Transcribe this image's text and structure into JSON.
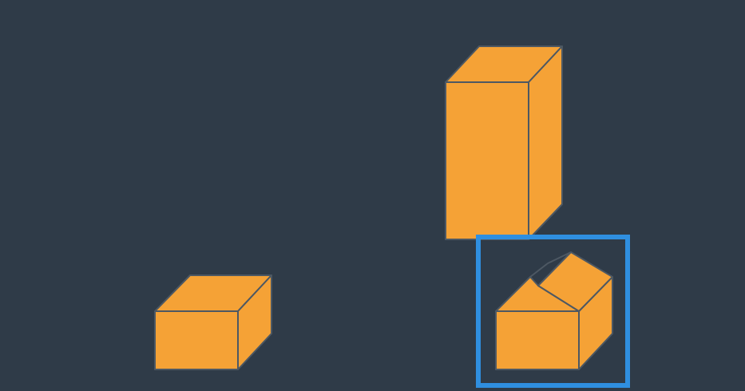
{
  "scene": {
    "background_color": "#2f3b48",
    "shape_fill_color": "#f5a236",
    "shape_edge_color": "#4d5863",
    "highlight_color": "#2f8fe0"
  },
  "shapes": [
    {
      "kind": "cube",
      "name": "small-cube",
      "highlighted": false
    },
    {
      "kind": "tall-box",
      "name": "tall-box",
      "highlighted": false
    },
    {
      "kind": "house",
      "name": "house-shape",
      "highlighted": true
    }
  ]
}
